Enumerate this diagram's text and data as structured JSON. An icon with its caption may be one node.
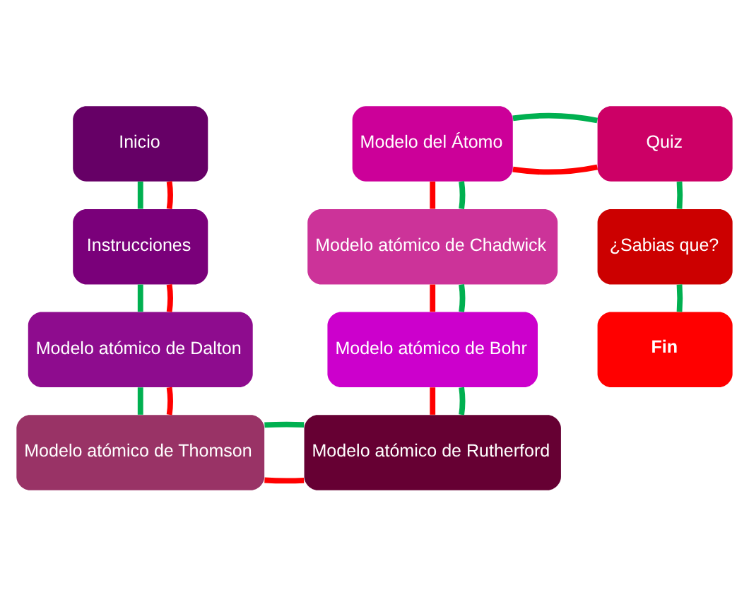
{
  "diagram": {
    "nodes": [
      {
        "text": [
          "Inicio"
        ]
      },
      {
        "text": [
          "Instrucciones"
        ]
      },
      {
        "text": [
          "Modelo atómico de Dalton"
        ]
      },
      {
        "text": [
          "Modelo atómico de Thomson"
        ]
      },
      {
        "text": [
          "Modelo del Átomo"
        ]
      },
      {
        "text": [
          "Modelo atómico de Chadwick"
        ]
      },
      {
        "text": [
          "Modelo atómico de Bohr"
        ]
      },
      {
        "text": [
          "Modelo atómico de Rutherford"
        ]
      },
      {
        "text": [
          "Quiz"
        ]
      },
      {
        "text": [
          "¿Sabias que?"
        ]
      },
      {
        "text": [
          "Fin"
        ]
      }
    ],
    "edges": [
      {
        "from": 0,
        "to": 1,
        "arrow": "none"
      },
      {
        "from": 0,
        "to": 1,
        "arrow": "none",
        "color": "#ff0000"
      },
      {
        "from": 1,
        "to": 2,
        "arrow": "none"
      },
      {
        "from": 1,
        "to": 2,
        "arrow": "none",
        "color": "#ff0000"
      },
      {
        "from": 2,
        "to": 3,
        "arrow": "none"
      },
      {
        "from": 2,
        "to": 3,
        "arrow": "none",
        "color": "#ff0000"
      },
      {
        "from": 3,
        "to": 7,
        "arrow": "none",
        "color": "#ff0000"
      },
      {
        "from": 3,
        "to": 7,
        "arrow": "none"
      },
      {
        "from": 7,
        "to": 6,
        "arrow": "none",
        "color": "#ff0000"
      },
      {
        "from": 7,
        "to": 6,
        "arrow": "none"
      },
      {
        "from": 6,
        "to": 5,
        "arrow": "none",
        "color": "#ff0000"
      },
      {
        "from": 6,
        "to": 5,
        "arrow": "none"
      },
      {
        "from": 5,
        "to": 4,
        "arrow": "none",
        "color": "#ff0000"
      },
      {
        "from": 5,
        "to": 4,
        "arrow": "none"
      },
      {
        "from": 4,
        "to": 8,
        "arrow": "none",
        "color": "#ff0000"
      },
      {
        "from": 4,
        "to": 8,
        "arrow": "none"
      },
      {
        "from": 8,
        "to": 9,
        "arrow": "none"
      },
      {
        "from": 9,
        "to": 10,
        "arrow": "none"
      }
    ]
  }
}
